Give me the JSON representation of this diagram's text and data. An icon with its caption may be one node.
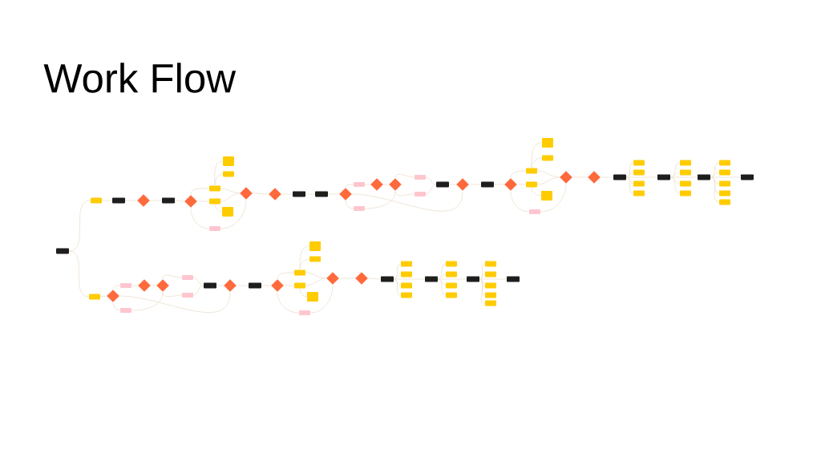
{
  "diagram": {
    "title": "Work Flow",
    "nodes": [
      {
        "text": [],
        "shape": "box"
      },
      {
        "text": [],
        "shape": "box"
      },
      {
        "text": [],
        "shape": "box"
      },
      {
        "text": [],
        "shape": "diamond"
      },
      {
        "text": [],
        "shape": "box"
      },
      {
        "text": [],
        "shape": "diamond"
      },
      {
        "text": [],
        "shape": "box"
      },
      {
        "text": [],
        "shape": "box"
      },
      {
        "text": [],
        "shape": "box"
      },
      {
        "text": [],
        "shape": "box"
      },
      {
        "text": [],
        "shape": "box"
      },
      {
        "text": [],
        "shape": "box"
      },
      {
        "text": [],
        "shape": "diamond"
      },
      {
        "text": [],
        "shape": "diamond"
      },
      {
        "text": [],
        "shape": "box"
      },
      {
        "text": [],
        "shape": "box"
      },
      {
        "text": [],
        "shape": "diamond"
      },
      {
        "text": [],
        "shape": "box"
      },
      {
        "text": [],
        "shape": "box"
      },
      {
        "text": [],
        "shape": "diamond"
      },
      {
        "text": [],
        "shape": "diamond"
      },
      {
        "text": [],
        "shape": "box"
      },
      {
        "text": [],
        "shape": "box"
      },
      {
        "text": [],
        "shape": "box"
      },
      {
        "text": [],
        "shape": "diamond"
      },
      {
        "text": [],
        "shape": "box"
      },
      {
        "text": [],
        "shape": "diamond"
      },
      {
        "text": [],
        "shape": "box"
      },
      {
        "text": [],
        "shape": "box"
      },
      {
        "text": [],
        "shape": "box"
      },
      {
        "text": [],
        "shape": "box"
      },
      {
        "text": [],
        "shape": "box"
      },
      {
        "text": [],
        "shape": "box"
      },
      {
        "text": [],
        "shape": "diamond"
      },
      {
        "text": [],
        "shape": "diamond"
      },
      {
        "text": [],
        "shape": "box"
      },
      {
        "text": [],
        "shape": "box"
      },
      {
        "text": [],
        "shape": "box"
      },
      {
        "text": [],
        "shape": "box"
      },
      {
        "text": [],
        "shape": "box"
      },
      {
        "text": [],
        "shape": "box"
      },
      {
        "text": [],
        "shape": "box"
      },
      {
        "text": [],
        "shape": "box"
      },
      {
        "text": [],
        "shape": "box"
      },
      {
        "text": [],
        "shape": "box"
      },
      {
        "text": [],
        "shape": "box"
      },
      {
        "text": [],
        "shape": "box"
      },
      {
        "text": [],
        "shape": "box"
      },
      {
        "text": [],
        "shape": "box"
      },
      {
        "text": [],
        "shape": "box"
      },
      {
        "text": [],
        "shape": "box"
      },
      {
        "text": [],
        "shape": "box"
      },
      {
        "text": [],
        "shape": "box"
      },
      {
        "text": [],
        "shape": "diamond"
      },
      {
        "text": [],
        "shape": "box"
      },
      {
        "text": [],
        "shape": "box"
      },
      {
        "text": [],
        "shape": "diamond"
      },
      {
        "text": [],
        "shape": "diamond"
      },
      {
        "text": [],
        "shape": "box"
      },
      {
        "text": [],
        "shape": "box"
      },
      {
        "text": [],
        "shape": "box"
      },
      {
        "text": [],
        "shape": "diamond"
      },
      {
        "text": [],
        "shape": "box"
      },
      {
        "text": [],
        "shape": "diamond"
      },
      {
        "text": [],
        "shape": "box"
      },
      {
        "text": [],
        "shape": "box"
      },
      {
        "text": [],
        "shape": "box"
      },
      {
        "text": [],
        "shape": "box"
      },
      {
        "text": [],
        "shape": "box"
      },
      {
        "text": [],
        "shape": "box"
      },
      {
        "text": [],
        "shape": "diamond"
      },
      {
        "text": [],
        "shape": "diamond"
      },
      {
        "text": [],
        "shape": "box"
      },
      {
        "text": [],
        "shape": "box"
      },
      {
        "text": [],
        "shape": "box"
      },
      {
        "text": [],
        "shape": "box"
      },
      {
        "text": [],
        "shape": "box"
      },
      {
        "text": [],
        "shape": "box"
      },
      {
        "text": [],
        "shape": "box"
      },
      {
        "text": [],
        "shape": "box"
      },
      {
        "text": [],
        "shape": "box"
      },
      {
        "text": [],
        "shape": "box"
      },
      {
        "text": [],
        "shape": "box"
      },
      {
        "text": [],
        "shape": "box"
      },
      {
        "text": [],
        "shape": "box"
      },
      {
        "text": [],
        "shape": "box"
      },
      {
        "text": [],
        "shape": "box"
      },
      {
        "text": [],
        "shape": "box"
      },
      {
        "text": [],
        "shape": "box"
      }
    ],
    "edges": [
      {
        "from": 0,
        "to": 1,
        "arrow": "none"
      },
      {
        "from": 0,
        "to": 52,
        "arrow": "none"
      },
      {
        "from": 1,
        "to": 2,
        "arrow": "none"
      },
      {
        "from": 2,
        "to": 3,
        "arrow": "none"
      },
      {
        "from": 3,
        "to": 4,
        "arrow": "none"
      },
      {
        "from": 4,
        "to": 5,
        "arrow": "none"
      },
      {
        "from": 5,
        "to": 6,
        "arrow": "none"
      },
      {
        "from": 5,
        "to": 7,
        "arrow": "none"
      },
      {
        "from": 5,
        "to": 11,
        "arrow": "none"
      },
      {
        "from": 6,
        "to": 8,
        "arrow": "none"
      },
      {
        "from": 6,
        "to": 9,
        "arrow": "none"
      },
      {
        "from": 7,
        "to": 10,
        "arrow": "none"
      },
      {
        "from": 6,
        "to": 12,
        "arrow": "none"
      },
      {
        "from": 7,
        "to": 12,
        "arrow": "none"
      },
      {
        "from": 11,
        "to": 12,
        "arrow": "none"
      },
      {
        "from": 12,
        "to": 13,
        "arrow": "none"
      },
      {
        "from": 13,
        "to": 14,
        "arrow": "none"
      },
      {
        "from": 14,
        "to": 15,
        "arrow": "none"
      },
      {
        "from": 15,
        "to": 16,
        "arrow": "none"
      },
      {
        "from": 16,
        "to": 17,
        "arrow": "none"
      },
      {
        "from": 16,
        "to": 18,
        "arrow": "none"
      },
      {
        "from": 17,
        "to": 19,
        "arrow": "none"
      },
      {
        "from": 19,
        "to": 20,
        "arrow": "none"
      },
      {
        "from": 18,
        "to": 20,
        "arrow": "none"
      },
      {
        "from": 16,
        "to": 24,
        "arrow": "none"
      },
      {
        "from": 20,
        "to": 21,
        "arrow": "none"
      },
      {
        "from": 20,
        "to": 22,
        "arrow": "none"
      },
      {
        "from": 21,
        "to": 23,
        "arrow": "none"
      },
      {
        "from": 22,
        "to": 23,
        "arrow": "none"
      },
      {
        "from": 23,
        "to": 24,
        "arrow": "none"
      },
      {
        "from": 24,
        "to": 25,
        "arrow": "none"
      },
      {
        "from": 25,
        "to": 26,
        "arrow": "none"
      },
      {
        "from": 26,
        "to": 27,
        "arrow": "none"
      },
      {
        "from": 26,
        "to": 28,
        "arrow": "none"
      },
      {
        "from": 26,
        "to": 32,
        "arrow": "none"
      },
      {
        "from": 27,
        "to": 29,
        "arrow": "none"
      },
      {
        "from": 27,
        "to": 30,
        "arrow": "none"
      },
      {
        "from": 28,
        "to": 31,
        "arrow": "none"
      },
      {
        "from": 27,
        "to": 33,
        "arrow": "none"
      },
      {
        "from": 28,
        "to": 33,
        "arrow": "none"
      },
      {
        "from": 32,
        "to": 33,
        "arrow": "none"
      },
      {
        "from": 33,
        "to": 34,
        "arrow": "none"
      },
      {
        "from": 34,
        "to": 35,
        "arrow": "none"
      },
      {
        "from": 35,
        "to": 36,
        "arrow": "none"
      },
      {
        "from": 35,
        "to": 37,
        "arrow": "none"
      },
      {
        "from": 35,
        "to": 38,
        "arrow": "none"
      },
      {
        "from": 35,
        "to": 39,
        "arrow": "none"
      },
      {
        "from": 35,
        "to": 40,
        "arrow": "none"
      },
      {
        "from": 40,
        "to": 41,
        "arrow": "none"
      },
      {
        "from": 40,
        "to": 42,
        "arrow": "none"
      },
      {
        "from": 40,
        "to": 43,
        "arrow": "none"
      },
      {
        "from": 40,
        "to": 44,
        "arrow": "none"
      },
      {
        "from": 40,
        "to": 45,
        "arrow": "none"
      },
      {
        "from": 45,
        "to": 46,
        "arrow": "none"
      },
      {
        "from": 45,
        "to": 47,
        "arrow": "none"
      },
      {
        "from": 45,
        "to": 48,
        "arrow": "none"
      },
      {
        "from": 45,
        "to": 49,
        "arrow": "none"
      },
      {
        "from": 45,
        "to": 50,
        "arrow": "none"
      },
      {
        "from": 45,
        "to": 51,
        "arrow": "none"
      },
      {
        "from": 52,
        "to": 53,
        "arrow": "none"
      },
      {
        "from": 53,
        "to": 54,
        "arrow": "none"
      },
      {
        "from": 53,
        "to": 55,
        "arrow": "none"
      },
      {
        "from": 54,
        "to": 56,
        "arrow": "none"
      },
      {
        "from": 56,
        "to": 57,
        "arrow": "none"
      },
      {
        "from": 55,
        "to": 57,
        "arrow": "none"
      },
      {
        "from": 53,
        "to": 61,
        "arrow": "none"
      },
      {
        "from": 57,
        "to": 58,
        "arrow": "none"
      },
      {
        "from": 57,
        "to": 59,
        "arrow": "none"
      },
      {
        "from": 58,
        "to": 60,
        "arrow": "none"
      },
      {
        "from": 59,
        "to": 60,
        "arrow": "none"
      },
      {
        "from": 60,
        "to": 61,
        "arrow": "none"
      },
      {
        "from": 61,
        "to": 62,
        "arrow": "none"
      },
      {
        "from": 62,
        "to": 63,
        "arrow": "none"
      },
      {
        "from": 63,
        "to": 64,
        "arrow": "none"
      },
      {
        "from": 63,
        "to": 65,
        "arrow": "none"
      },
      {
        "from": 63,
        "to": 69,
        "arrow": "none"
      },
      {
        "from": 64,
        "to": 66,
        "arrow": "none"
      },
      {
        "from": 64,
        "to": 67,
        "arrow": "none"
      },
      {
        "from": 65,
        "to": 68,
        "arrow": "none"
      },
      {
        "from": 64,
        "to": 70,
        "arrow": "none"
      },
      {
        "from": 65,
        "to": 70,
        "arrow": "none"
      },
      {
        "from": 69,
        "to": 70,
        "arrow": "none"
      },
      {
        "from": 70,
        "to": 71,
        "arrow": "none"
      },
      {
        "from": 71,
        "to": 72,
        "arrow": "none"
      },
      {
        "from": 72,
        "to": 73,
        "arrow": "none"
      },
      {
        "from": 72,
        "to": 74,
        "arrow": "none"
      },
      {
        "from": 72,
        "to": 75,
        "arrow": "none"
      },
      {
        "from": 72,
        "to": 76,
        "arrow": "none"
      },
      {
        "from": 72,
        "to": 77,
        "arrow": "none"
      },
      {
        "from": 77,
        "to": 78,
        "arrow": "none"
      },
      {
        "from": 77,
        "to": 79,
        "arrow": "none"
      },
      {
        "from": 77,
        "to": 80,
        "arrow": "none"
      },
      {
        "from": 77,
        "to": 81,
        "arrow": "none"
      },
      {
        "from": 77,
        "to": 82,
        "arrow": "none"
      },
      {
        "from": 82,
        "to": 83,
        "arrow": "none"
      },
      {
        "from": 82,
        "to": 84,
        "arrow": "none"
      },
      {
        "from": 82,
        "to": 85,
        "arrow": "none"
      },
      {
        "from": 82,
        "to": 86,
        "arrow": "none"
      },
      {
        "from": 82,
        "to": 87,
        "arrow": "none"
      },
      {
        "from": 82,
        "to": 88,
        "arrow": "none"
      }
    ]
  }
}
